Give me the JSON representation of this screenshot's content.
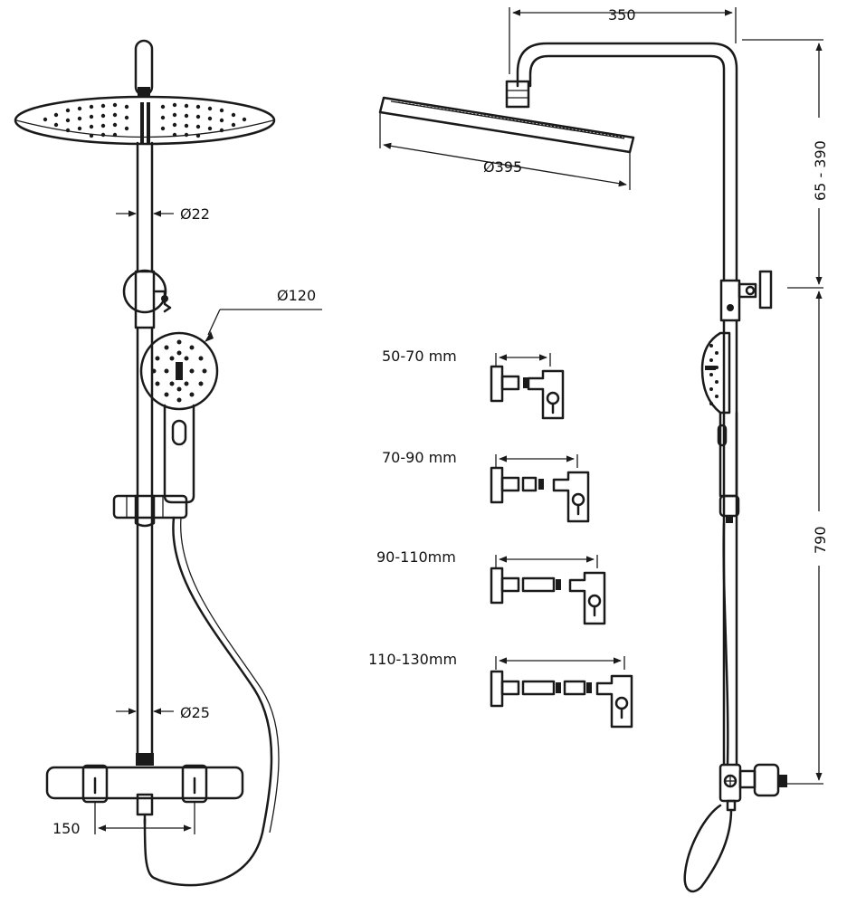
{
  "labels": {
    "top_width": "350",
    "head_diameter": "Ø395",
    "extension_range": "65 - 390",
    "rail_height": "790",
    "pipe_diameter_top": "Ø22",
    "handset_diameter": "Ø120",
    "pipe_diameter_bottom": "Ø25",
    "valve_centres": "150"
  },
  "bracket_options": [
    "50-70 mm",
    "70-90 mm",
    "90-110mm",
    "110-130mm"
  ]
}
